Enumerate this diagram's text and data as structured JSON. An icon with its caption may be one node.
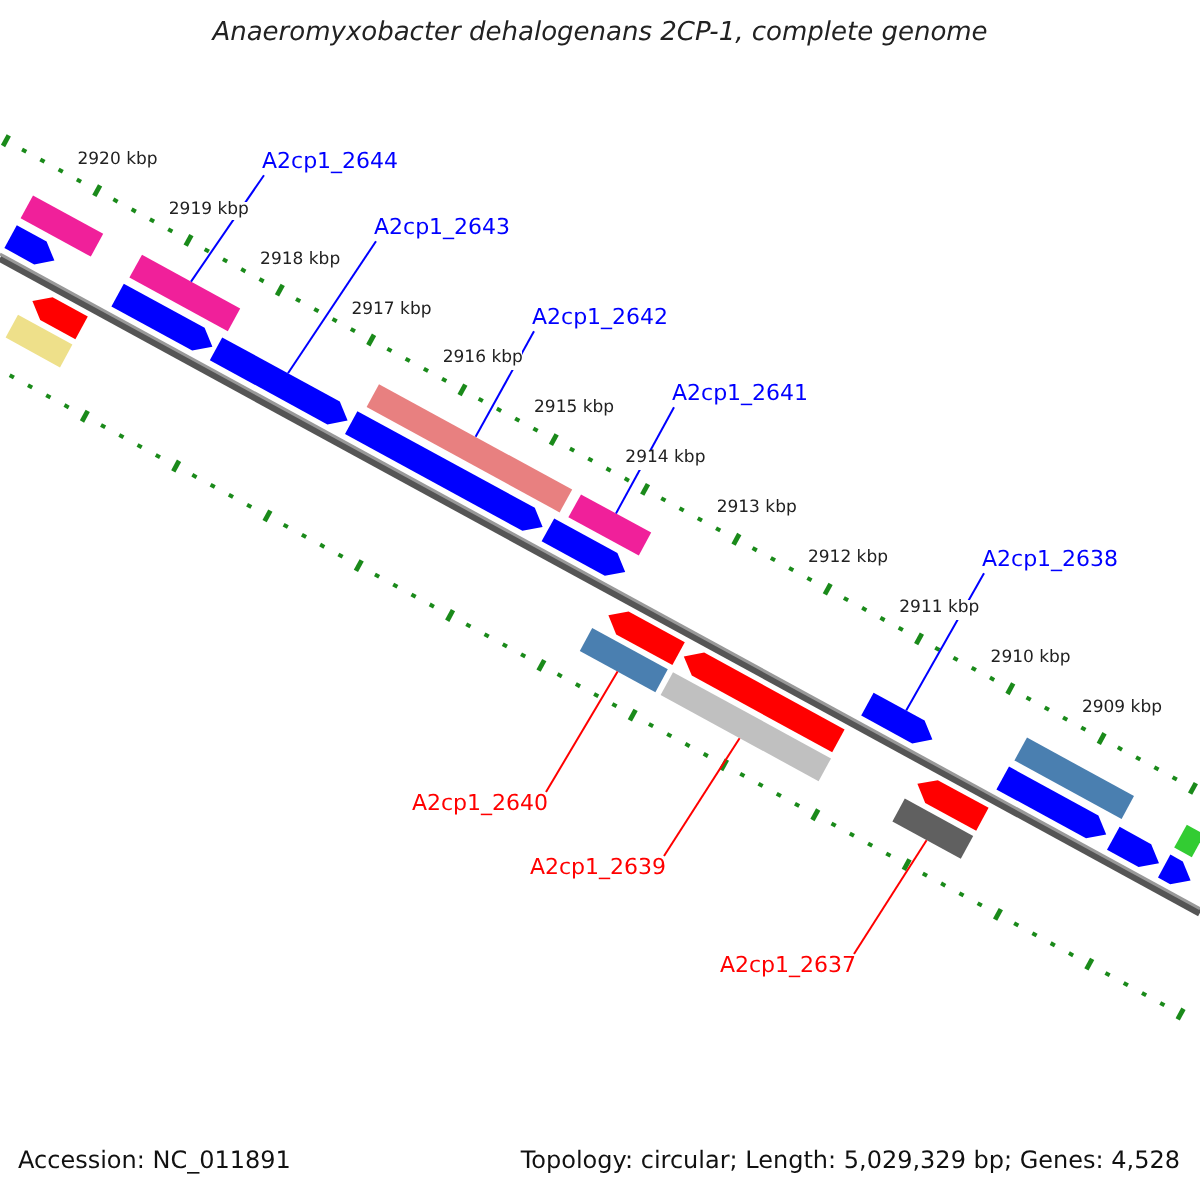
{
  "diagram": {
    "title": "Anaeromyxobacter dehalogenans 2CP-1, complete genome",
    "nodes": [
      {
        "text": [
          "A2cp1_2644"
        ]
      },
      {
        "text": [],
        "shape": "bar"
      },
      {
        "text": [
          "A2cp1_2643"
        ]
      },
      {
        "text": [],
        "shape": "pentagon"
      },
      {
        "text": [
          "A2cp1_2642"
        ]
      },
      {
        "text": [],
        "shape": "bar"
      },
      {
        "text": [
          "A2cp1_2641"
        ]
      },
      {
        "text": [],
        "shape": "bar"
      },
      {
        "text": [
          "A2cp1_2638"
        ]
      },
      {
        "text": [],
        "shape": "pentagon"
      },
      {
        "text": [
          "A2cp1_2640"
        ]
      },
      {
        "text": [],
        "shape": "bar"
      },
      {
        "text": [
          "A2cp1_2639"
        ]
      },
      {
        "text": [],
        "shape": "bar"
      },
      {
        "text": [
          "A2cp1_2637"
        ]
      },
      {
        "text": [],
        "shape": "bar"
      },
      {
        "text": [],
        "shape": "bar"
      },
      {
        "text": [],
        "shape": "pentagon"
      },
      {
        "text": [],
        "shape": "pentagon"
      },
      {
        "text": [],
        "shape": "bar"
      },
      {
        "text": [],
        "shape": "pentagon"
      },
      {
        "text": [],
        "shape": "pentagon"
      },
      {
        "text": [],
        "shape": "pentagon"
      },
      {
        "text": [],
        "shape": "pentagon"
      },
      {
        "text": [],
        "shape": "pentagon"
      },
      {
        "text": [],
        "shape": "pentagon"
      },
      {
        "text": [],
        "shape": "pentagon"
      },
      {
        "text": [],
        "shape": "bar"
      },
      {
        "text": [],
        "shape": "pentagon"
      },
      {
        "text": [],
        "shape": "bar"
      },
      {
        "text": [],
        "shape": "pentagon"
      }
    ],
    "edges": [
      {
        "from": 0,
        "to": 1,
        "arrow": "none",
        "color": "#0000ff"
      },
      {
        "from": 2,
        "to": 3,
        "arrow": "none",
        "color": "#0000ff"
      },
      {
        "from": 4,
        "to": 5,
        "arrow": "none",
        "color": "#0000ff"
      },
      {
        "from": 6,
        "to": 7,
        "arrow": "none",
        "color": "#0000ff"
      },
      {
        "from": 8,
        "to": 9,
        "arrow": "none",
        "color": "#0000ff"
      },
      {
        "from": 10,
        "to": 11,
        "arrow": "none",
        "color": "#ff0000"
      },
      {
        "from": 12,
        "to": 13,
        "arrow": "none",
        "color": "#ff0000"
      },
      {
        "from": 14,
        "to": 15,
        "arrow": "none",
        "color": "#ff0000"
      }
    ],
    "labels": [
      "2920 kbp",
      "2919 kbp",
      "2918 kbp",
      "2917 kbp",
      "2916 kbp",
      "2915 kbp",
      "2914 kbp",
      "2913 kbp",
      "2912 kbp",
      "2911 kbp",
      "2910 kbp",
      "2909 kbp",
      "Accession: NC_011891",
      "Topology: circular; Length: 5,029,329 bp; Genes: 4,528"
    ]
  }
}
